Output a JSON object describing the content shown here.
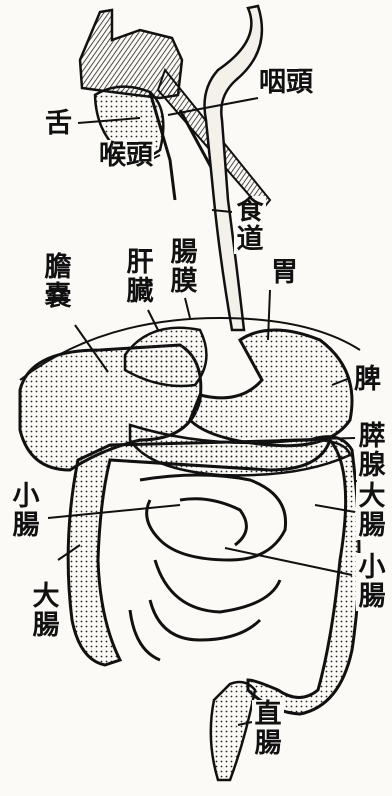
{
  "labels": {
    "tongue": "舌",
    "pharynx": "咽頭",
    "larynx": "喉頭",
    "esophagus": "食道",
    "mesentery": "腸膜",
    "liver": "肝臓",
    "gallbladder": "膽嚢",
    "stomach": "胃",
    "spleen": "脾",
    "pancreas": "膵腺",
    "small_intestine_left": "小腸",
    "large_intestine_right": "大腸",
    "large_intestine_left": "大腸",
    "small_intestine_right": "小腸",
    "rectum": "直腸"
  },
  "colors": {
    "ink": "#111111",
    "paper": "#fbfaf6",
    "shade": "#2a2a2a"
  }
}
